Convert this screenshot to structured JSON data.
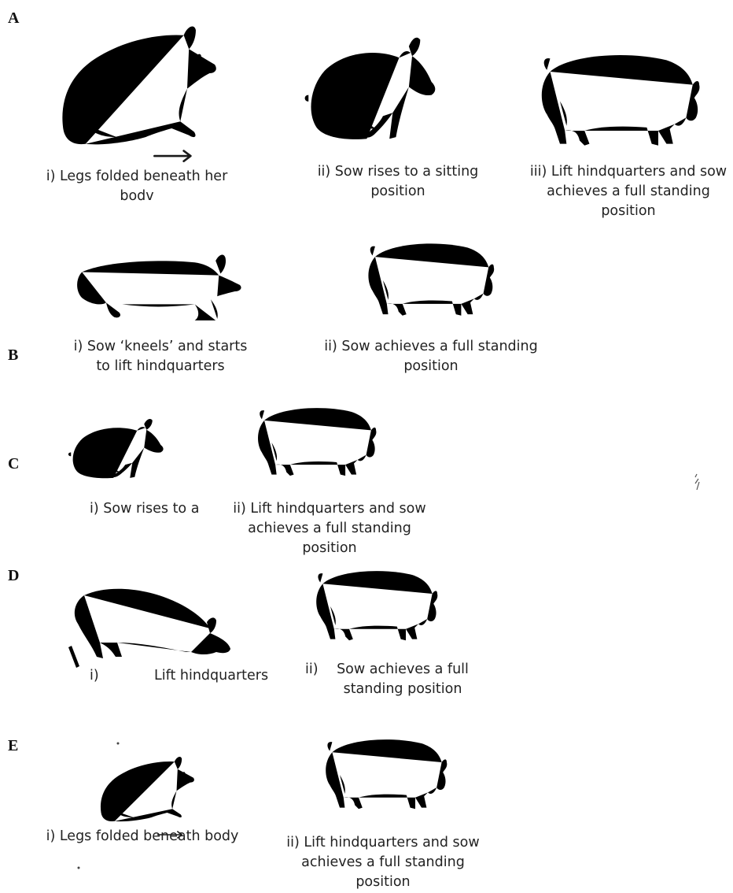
{
  "rows": [
    {
      "letter": "A",
      "panels": [
        {
          "caption": [
            "i) Legs folded beneath her",
            "bodv"
          ],
          "pose": "lying-legs-folded"
        },
        {
          "caption": [
            "ii) Sow rises to a sitting",
            "position"
          ],
          "pose": "sitting"
        },
        {
          "caption": [
            "iii) Lift hindquarters and sow",
            "achieves a full standing",
            "position"
          ],
          "pose": "standing"
        }
      ]
    },
    {
      "letter": "B",
      "panels": [
        {
          "caption": [
            "i) Sow ‘kneels’ and starts",
            "to lift hindquarters"
          ],
          "pose": "kneeling"
        },
        {
          "caption": [
            "ii) Sow achieves a full standing",
            "position"
          ],
          "pose": "standing"
        }
      ]
    },
    {
      "letter": "C",
      "panels": [
        {
          "caption": [
            "i) Sow rises to a"
          ],
          "pose": "sitting"
        },
        {
          "caption": [
            "ii) Lift hindquarters and sow",
            "achieves a full standing",
            "position"
          ],
          "pose": "standing"
        }
      ]
    },
    {
      "letter": "D",
      "panels": [
        {
          "caption": [
            "i)",
            "Lift hindquarters"
          ],
          "pose": "front-kneel-hind-up"
        },
        {
          "caption": [
            "ii)",
            "Sow achieves a full",
            "standing position"
          ],
          "pose": "standing"
        }
      ]
    },
    {
      "letter": "E",
      "panels": [
        {
          "caption": [
            "i) Legs folded beneath body"
          ],
          "pose": "lying-legs-folded"
        },
        {
          "caption": [
            "ii) Lift hindquarters and sow",
            "achieves a full standing",
            "position"
          ],
          "pose": "standing"
        }
      ]
    }
  ]
}
